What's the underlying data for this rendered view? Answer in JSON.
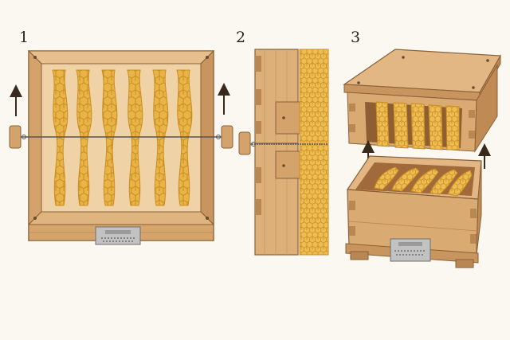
{
  "steps": [
    {
      "number": "1"
    },
    {
      "number": "2"
    },
    {
      "number": "3"
    }
  ],
  "colors": {
    "background": "#fbf8f1",
    "wood_light": "#e2b783",
    "wood_mid": "#d3a36b",
    "wood_dark": "#b98752",
    "wood_outline": "#8a6038",
    "comb": "#e9b446",
    "comb_dark": "#c98d24",
    "wire": "#555555",
    "plate": "#b7b7b7",
    "arrow": "#3a2a1e"
  },
  "icons": {
    "arrow": "arrow-up-icon",
    "vent_plate": "vent-plate-icon",
    "screw": "screw-icon"
  },
  "panels": [
    {
      "name": "open-box-top-view",
      "comb_strips": 6,
      "arrows": 2
    },
    {
      "name": "wire-cut-side-section",
      "comb_strips": 1,
      "arrows": 0
    },
    {
      "name": "lid-lifted-from-box",
      "comb_strips": 5,
      "arrows": 2
    }
  ]
}
